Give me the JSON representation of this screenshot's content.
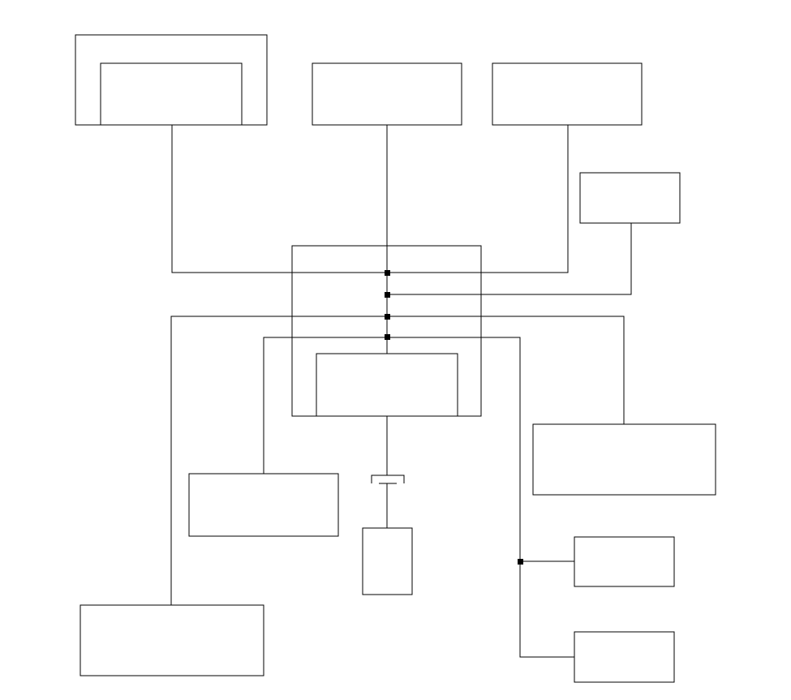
{
  "diagram": {
    "type": "block-diagram",
    "labels_visible": false,
    "line_color": "#000000",
    "background_color": "#ffffff",
    "blocks": [
      {
        "id": "top-left-outer-block"
      },
      {
        "id": "top-left-inner-block"
      },
      {
        "id": "top-center-block"
      },
      {
        "id": "top-right-block"
      },
      {
        "id": "right-small-block"
      },
      {
        "id": "central-hub-block"
      },
      {
        "id": "central-inner-block"
      },
      {
        "id": "right-wide-block"
      },
      {
        "id": "left-middle-block"
      },
      {
        "id": "bottom-center-small-block"
      },
      {
        "id": "right-lower-block-1"
      },
      {
        "id": "right-lower-block-2"
      },
      {
        "id": "bottom-left-block"
      }
    ],
    "junction_count": 5,
    "connector_symbol": "bracket-switch"
  }
}
